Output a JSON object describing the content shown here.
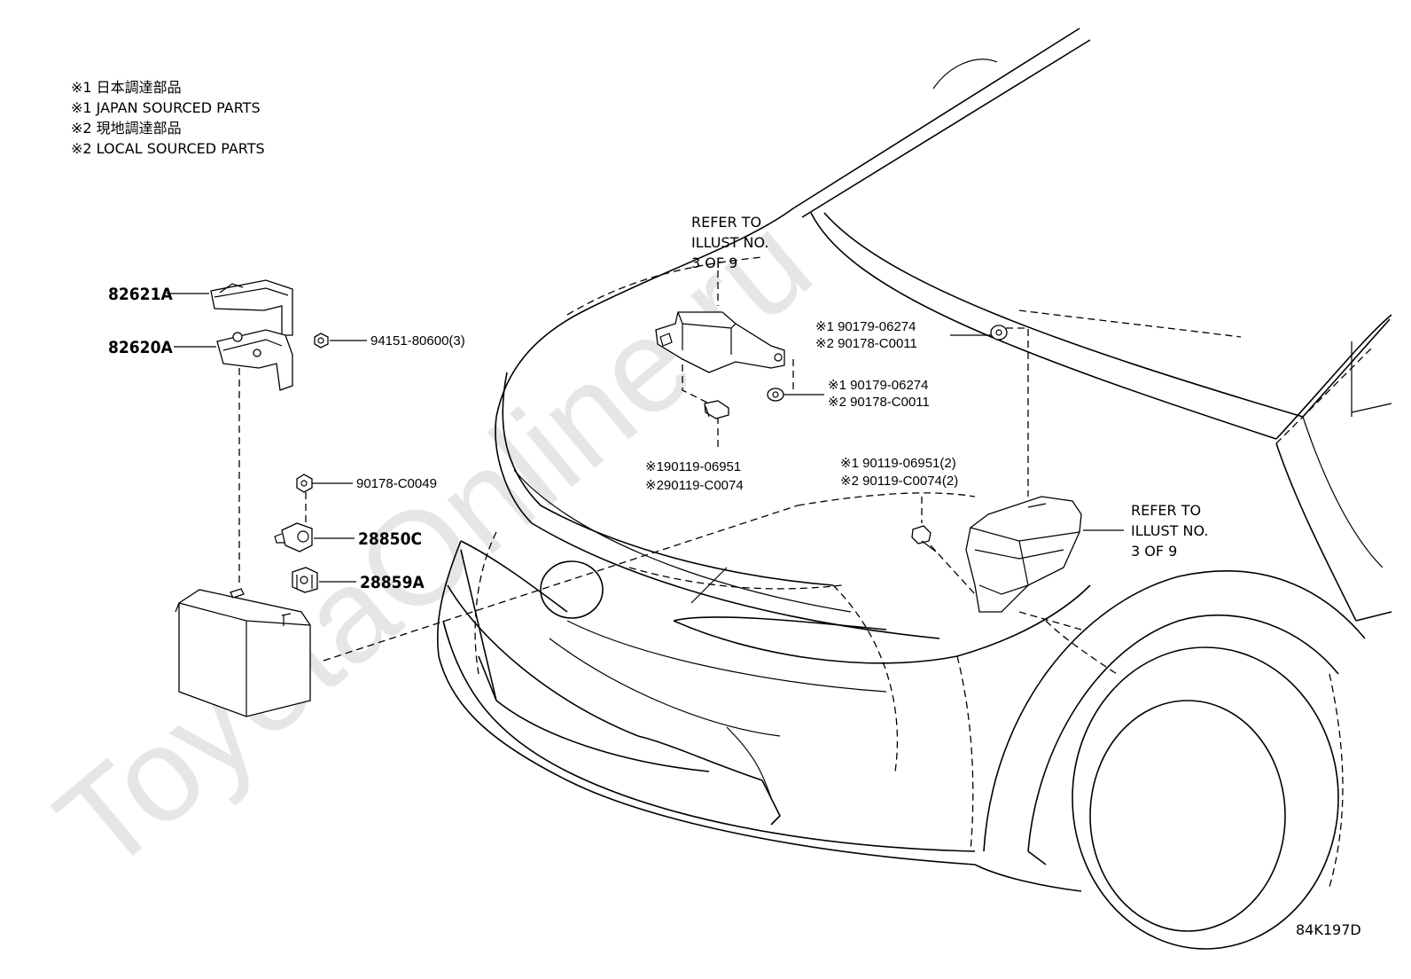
{
  "notes": [
    "※1 日本調達部品",
    "※1 JAPAN SOURCED PARTS",
    "※2 現地調達部品",
    "※2 LOCAL SOURCED PARTS"
  ],
  "refer_top": [
    "REFER TO",
    "ILLUST NO.",
    "3 OF 9"
  ],
  "refer_right": [
    "REFER TO",
    "ILLUST NO.",
    "3 OF 9"
  ],
  "parts": {
    "p82621A": "82621A",
    "p82620A": "82620A",
    "p94151": "94151-80600(3)",
    "p90178_C0049": "90178-C0049",
    "p28850C": "28850C",
    "p28859A": "28859A",
    "p_right_nut_1": "※1 90179-06274",
    "p_right_nut_2": "※2 90178-C0011",
    "p_mid_nut_1": "※1 90179-06274",
    "p_mid_nut_2": "※2 90178-C0011",
    "p_bolt_1": "※190119-06951",
    "p_bolt_2": "※290119-C0074",
    "p_box_bolt_1": "※1 90119-06951(2)",
    "p_box_bolt_2": "※2 90119-C0074(2)"
  },
  "watermark": "ToyotaOnline.ru",
  "illustration_code": "84K197D"
}
